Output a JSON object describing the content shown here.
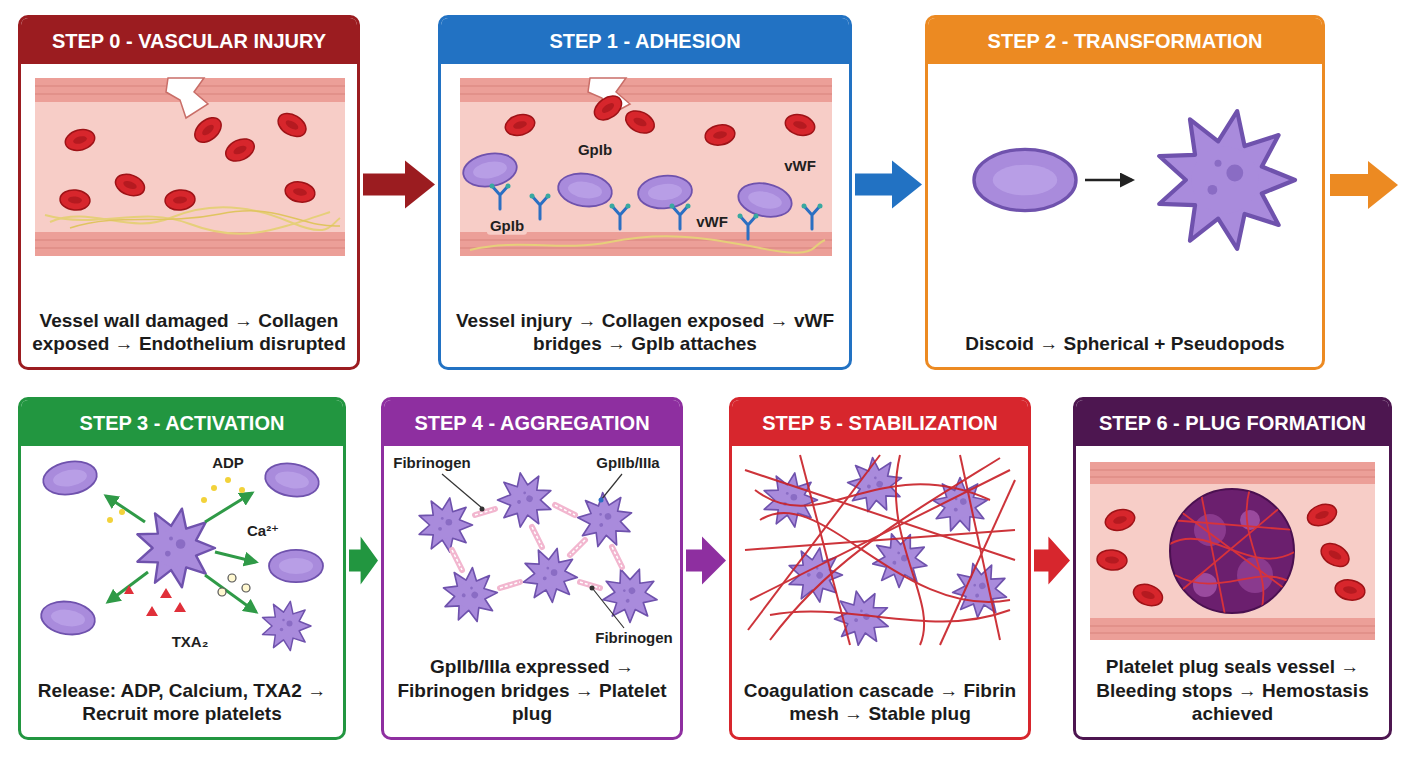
{
  "diagram": {
    "nodes": [
      {
        "text": [
          "STEP 0 - VASCULAR INJURY",
          "Vessel wall damaged → Collagen exposed → Endothelium disrupted"
        ]
      },
      {
        "text": [
          "STEP 1 - ADHESION",
          "Vessel injury → Collagen exposed → vWF bridges → GpIb attaches"
        ]
      },
      {
        "text": [
          "STEP 2 - TRANSFORMATION",
          "Discoid → Spherical + Pseudopods"
        ]
      },
      {
        "text": [
          "STEP 3 - ACTIVATION",
          "Release: ADP, Calcium, TXA2 → Recruit more platelets"
        ]
      },
      {
        "text": [
          "STEP 4 - AGGREGATION",
          "GpIIb/IIIa expressed → Fibrinogen bridges → Platelet plug"
        ]
      },
      {
        "text": [
          "STEP 5 - STABILIZATION",
          "Coagulation cascade → Fibrin mesh → Stable plug"
        ]
      },
      {
        "text": [
          "STEP 6 - PLUG FORMATION",
          "Platelet plug seals vessel → Bleeding stops → Hemostasis achieved"
        ]
      }
    ],
    "edges": [
      {
        "from": 0,
        "to": 1,
        "arrow": "to"
      },
      {
        "from": 1,
        "to": 2,
        "arrow": "to"
      },
      {
        "from": 3,
        "to": 4,
        "arrow": "to"
      },
      {
        "from": 4,
        "to": 5,
        "arrow": "to"
      },
      {
        "from": 5,
        "to": 6,
        "arrow": "to"
      }
    ],
    "labels": [
      "GpIb",
      "vWF",
      "GpIb",
      "vWF",
      "ADP",
      "Ca²⁺",
      "TXA₂",
      "Fibrinogen",
      "GpIIb/IIIa",
      "Fibrinogen"
    ]
  }
}
